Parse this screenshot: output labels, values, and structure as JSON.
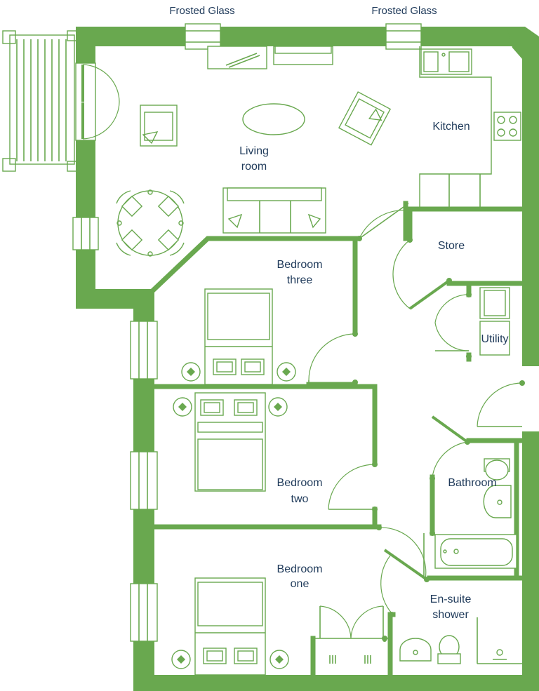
{
  "top_labels": {
    "left": "Frosted Glass",
    "right": "Frosted Glass"
  },
  "rooms": {
    "living": [
      "Living",
      "room"
    ],
    "kitchen": "Kitchen",
    "store": "Store",
    "utility": "Utility",
    "bedroom_three": [
      "Bedroom",
      "three"
    ],
    "bedroom_two": [
      "Bedroom",
      "two"
    ],
    "bedroom_one": [
      "Bedroom",
      "one"
    ],
    "bathroom": "Bathroom",
    "ensuite": [
      "En-suite",
      "shower"
    ]
  },
  "colors": {
    "wall": "#69a84f",
    "text": "#1f3a5a"
  }
}
